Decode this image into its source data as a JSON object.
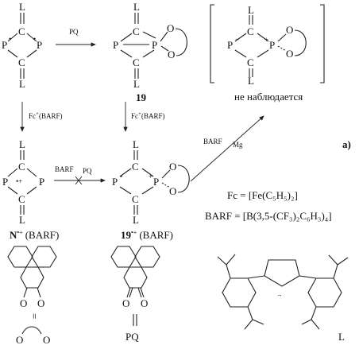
{
  "atoms": {
    "L": "L",
    "C": "C",
    "P": "P",
    "O": "O",
    "Pminus": "P",
    "minus": "−",
    "plus": "+",
    "radical": "•",
    "dotplus": "•+"
  },
  "reagents": {
    "pq": "PQ",
    "fc_barf_1": "Fc",
    "fc_barf_2": "Fc",
    "fc_sup": "+",
    "barf_paren": "(BARF)",
    "barf": "BARF",
    "mg": "Mg"
  },
  "labels": {
    "cmpd19": "19",
    "cmpd19_cation": "19",
    "cation_sup": "•+",
    "cation_barf": "(BARF)",
    "radical_cation": "N",
    "radical_cation_barf": "(BARF)",
    "not_observed": "не наблюдается",
    "panel": "а)",
    "pq_name": "PQ",
    "ligand": "L",
    "equiv": "="
  },
  "definitions": {
    "fc": "Fc = [Fe(C₅H₅)₂]",
    "barf": "BARF = [B(3,5-(CF₃)₂C₆H₃)₄]"
  }
}
